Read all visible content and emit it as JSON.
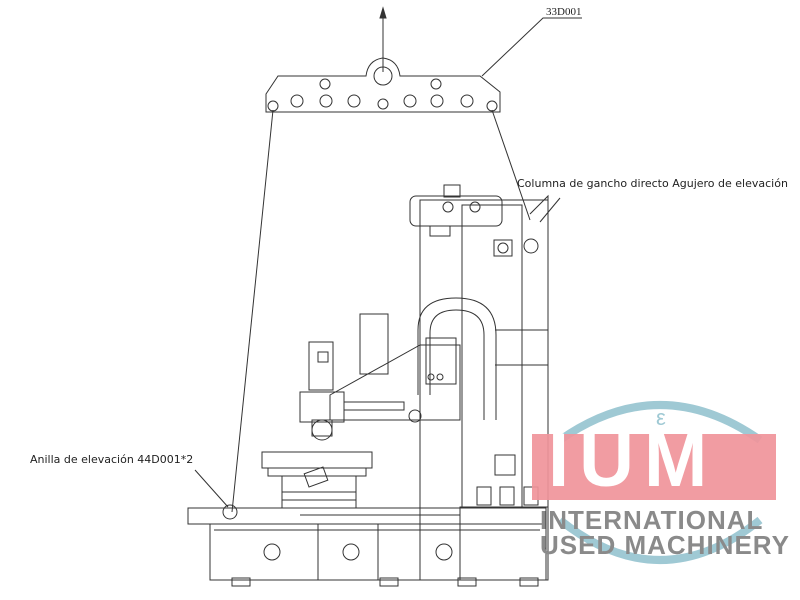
{
  "labels": {
    "spreader_code": "33D001",
    "column_hook": "Columna de gancho directo Agujero de elevación",
    "ring": "Anilla de elevación 44D001*2"
  },
  "watermark": {
    "logo_letter": "ε",
    "brand": "IUM",
    "line1": "INTERNATIONAL",
    "line2": "USED MACHINERY",
    "brand_color": "#f0949a",
    "arc_color": "#9fc9d4",
    "text_color": "#8a8a8a"
  },
  "colors": {
    "line": "#333333"
  }
}
